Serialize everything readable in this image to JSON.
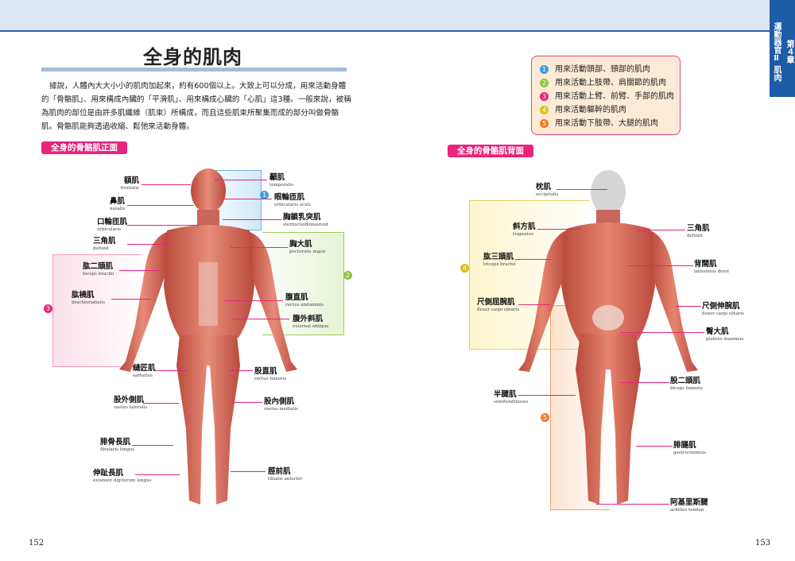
{
  "chapter": {
    "number_label": "第４章",
    "title": "運動器官Ⅱ 肌肉"
  },
  "page": {
    "title": "全身的肌肉",
    "intro": "據說，人體內大大小小的肌肉加起來，約有600個以上。大致上可以分成，用來活動身體的「骨骼肌」、用來構成內臟的「平滑肌」、用來構成心臟的「心肌」這3種。一般來說，被稱為肌肉的部位是由許多肌纖維（肌束）所構成，而且這些肌束所聚集而成的部分叫做骨骼肌。骨骼肌能夠透過收縮、鬆弛來活動身體。",
    "left_page_number": "152",
    "right_page_number": "153"
  },
  "legend": [
    {
      "num": "1",
      "text": "用來活動頭部、頸部的肌肉",
      "color": "#3aa0dc"
    },
    {
      "num": "2",
      "text": "用來活動上肢帶、肩關節的肌肉",
      "color": "#8cc63f"
    },
    {
      "num": "3",
      "text": "用來活動上臂、前臂、手部的肌肉",
      "color": "#e8247d"
    },
    {
      "num": "4",
      "text": "用來活動軀幹的肌肉",
      "color": "#d9c21a"
    },
    {
      "num": "5",
      "text": "用來活動下肢帶、大腿的肌肉",
      "color": "#f07a2a"
    }
  ],
  "front": {
    "badge": "全身的骨骼肌正面",
    "labels_left": [
      {
        "zh": "額肌",
        "en": "frontalis"
      },
      {
        "zh": "鼻肌",
        "en": "nasalis"
      },
      {
        "zh": "口輪匝肌",
        "en": "orbicularis"
      },
      {
        "zh": "三角肌",
        "en": "deltoid"
      },
      {
        "zh": "肱二頭肌",
        "en": "biceps brachii"
      },
      {
        "zh": "肱橈肌",
        "en": "brachioradialis"
      },
      {
        "zh": "縫匠肌",
        "en": "sartorius"
      },
      {
        "zh": "股外側肌",
        "en": "vastus lateralis"
      },
      {
        "zh": "腓骨長肌",
        "en": "fibularis longus"
      },
      {
        "zh": "伸趾長肌",
        "en": "extensor digitorum longus"
      }
    ],
    "labels_right": [
      {
        "zh": "顳肌",
        "en": "temporalis"
      },
      {
        "zh": "眼輪匝肌",
        "en": "orbicularis oculi"
      },
      {
        "zh": "胸鎖乳突肌",
        "en": "sternocleidomastoid"
      },
      {
        "zh": "胸大肌",
        "en": "pectoralis major"
      },
      {
        "zh": "腹直肌",
        "en": "rectus abdominis"
      },
      {
        "zh": "腹外斜肌",
        "en": "external oblique"
      },
      {
        "zh": "股直肌",
        "en": "rectus femoris"
      },
      {
        "zh": "股內側肌",
        "en": "vastus medialis"
      },
      {
        "zh": "脛前肌",
        "en": "tibialis anterior"
      }
    ],
    "zone_nums": [
      "1",
      "2",
      "3"
    ]
  },
  "back": {
    "badge": "全身的骨骼肌背面",
    "labels_left": [
      {
        "zh": "枕肌",
        "en": "occipitalis"
      },
      {
        "zh": "斜方肌",
        "en": "trapezius"
      },
      {
        "zh": "肱三頭肌",
        "en": "triceps brachii"
      },
      {
        "zh": "尺側屈腕肌",
        "en": "flexor carpi ulnaris"
      },
      {
        "zh": "半腱肌",
        "en": "semitendinosus"
      }
    ],
    "labels_right": [
      {
        "zh": "三角肌",
        "en": "deltoid"
      },
      {
        "zh": "背闊肌",
        "en": "latissimus dorsi"
      },
      {
        "zh": "尺側伸腕肌",
        "en": "flexor carpi ulnaris"
      },
      {
        "zh": "臀大肌",
        "en": "gluteus maximus"
      },
      {
        "zh": "股二頭肌",
        "en": "biceps femoris"
      },
      {
        "zh": "腓腸肌",
        "en": "gastrocnemius"
      },
      {
        "zh": "阿基里斯腱",
        "en": "achilles tendon"
      }
    ],
    "zone_nums": [
      "4",
      "5"
    ]
  }
}
